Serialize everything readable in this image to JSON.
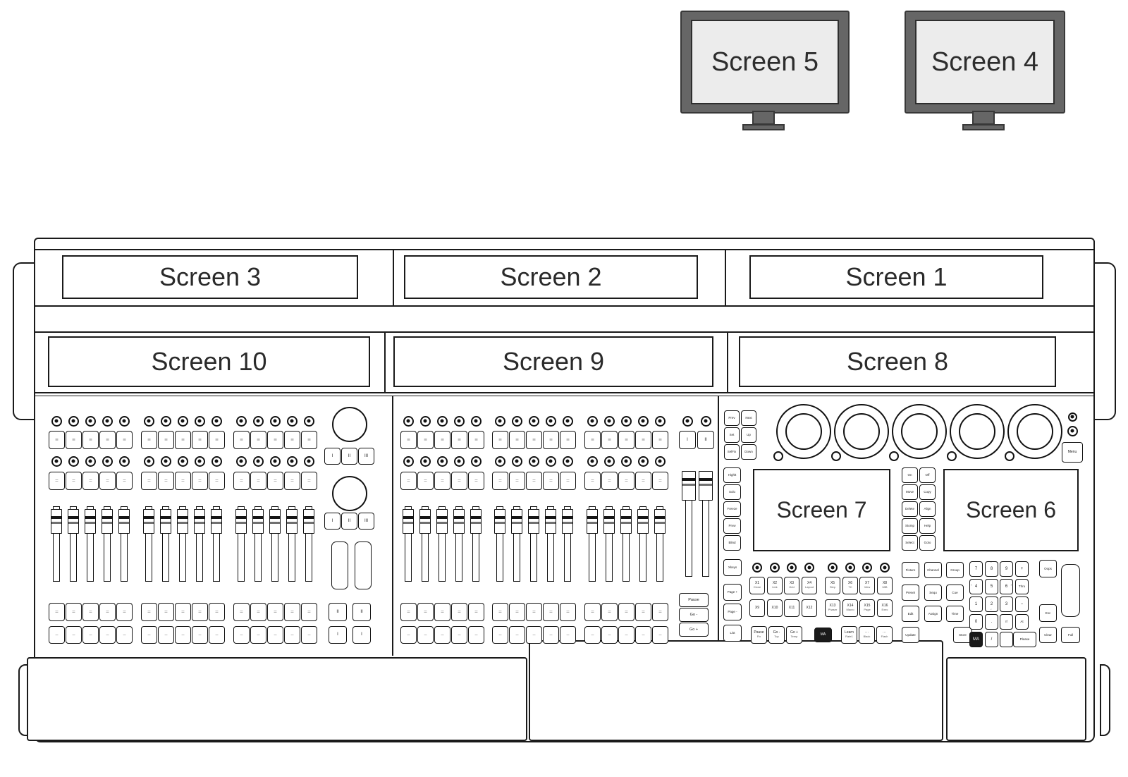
{
  "monitors": [
    {
      "label": "Screen 5"
    },
    {
      "label": "Screen 4"
    }
  ],
  "screens": {
    "row1": [
      "Screen 3",
      "Screen 2",
      "Screen 1"
    ],
    "row2": [
      "Screen 10",
      "Screen 9",
      "Screen 8"
    ],
    "inner": [
      "Screen 7",
      "Screen 6"
    ]
  },
  "exec_glyphs": {
    "rowA": "≡",
    "rowB": "=",
    "rowC": "=",
    "rowD": "−"
  },
  "roman": {
    "triple": [
      "I",
      "II",
      "III"
    ],
    "master": [
      "I",
      "II"
    ],
    "pair_upper": [
      "II",
      "II"
    ],
    "pair_lower": [
      "I",
      "I"
    ]
  },
  "master_stack": [
    "Pause",
    "Go -",
    "Go +"
  ],
  "nav_grid": [
    "Prev",
    "Next",
    "Set",
    "Up",
    "SelFix",
    "Down"
  ],
  "fn_left": [
    "Highlt",
    "Solo",
    "Freeze",
    "Prvw",
    "Blind"
  ],
  "fn_mid": [
    "On",
    "Off",
    "Move",
    "Copy",
    "Delete",
    "Align",
    "Stomp",
    "Help",
    "Select",
    "Goto"
  ],
  "menu_key": "Menu",
  "xkeys_column": [
    "Xkeys",
    "Page +",
    "Page -",
    "List"
  ],
  "xkeys": [
    {
      "label": "X1",
      "sub": "Clone"
    },
    {
      "label": "X2",
      "sub": "Link"
    },
    {
      "label": "X3",
      "sub": "Grid"
    },
    {
      "label": "X4",
      "sub": "Layout"
    },
    {
      "label": "X5",
      "sub": "Step"
    },
    {
      "label": "X6",
      "sub": "TC"
    },
    {
      "label": "X7",
      "sub": "View"
    },
    {
      "label": "X8",
      "sub": "MIB"
    },
    {
      "label": "X9",
      "sub": ""
    },
    {
      "label": "X10",
      "sub": ""
    },
    {
      "label": "X11",
      "sub": ""
    },
    {
      "label": "X12",
      "sub": ""
    },
    {
      "label": "X13",
      "sub": "Phaser"
    },
    {
      "label": "X14",
      "sub": "Macro"
    },
    {
      "label": "X15",
      "sub": "Page"
    },
    {
      "label": "X16",
      "sub": "Exec"
    }
  ],
  "playback_keys": [
    {
      "label": "Pause",
      "sub": "Fix"
    },
    {
      "label": "Go -",
      "sub": "Top"
    },
    {
      "label": "Go +",
      "sub": "Temp"
    }
  ],
  "special_keys": [
    {
      "label": "Learn",
      "sub": "Rate1"
    },
    {
      "label": "···",
      "sub": "Black"
    },
    {
      "label": "···",
      "sub": "Flash"
    }
  ],
  "ma_key": "MA",
  "command_grid": [
    "Fixture",
    "Channel",
    "Group",
    "Preset",
    "Sequ",
    "Cue",
    "Edit",
    "Assign",
    "Time"
  ],
  "command_bottom": [
    "Update",
    "Store"
  ],
  "numpad_rows": [
    [
      {
        "k": "7"
      },
      {
        "k": "8",
        "mark": "ˆ",
        "mark_pos": "top"
      },
      {
        "k": "9"
      },
      {
        "k": "+"
      }
    ],
    [
      {
        "k": "4",
        "mark": "‹",
        "mark_pos": "left"
      },
      {
        "k": "5"
      },
      {
        "k": "6",
        "mark": "›",
        "mark_pos": "right"
      },
      {
        "k": "Thru"
      }
    ],
    [
      {
        "k": "1"
      },
      {
        "k": "2",
        "mark": "ˇ",
        "mark_pos": "bottom"
      },
      {
        "k": "3"
      },
      {
        "k": "−"
      }
    ],
    [
      {
        "k": "0"
      },
      {
        "k": "."
      },
      {
        "k": "If"
      },
      {
        "k": "At"
      }
    ],
    [
      {
        "k": "MA",
        "dark": true
      },
      {
        "k": "/"
      },
      {
        "k": ""
      },
      {
        "k": "Please",
        "wide": true
      }
    ]
  ],
  "right_column": [
    "Oops",
    "Esc",
    "Clear",
    "Full"
  ],
  "colors": {
    "outline": "#1a1a1a",
    "monitor_frame": "#666666",
    "monitor_screen": "#ececec",
    "label": "#2d2d2d",
    "key_glyph": "#8f8f8f"
  }
}
